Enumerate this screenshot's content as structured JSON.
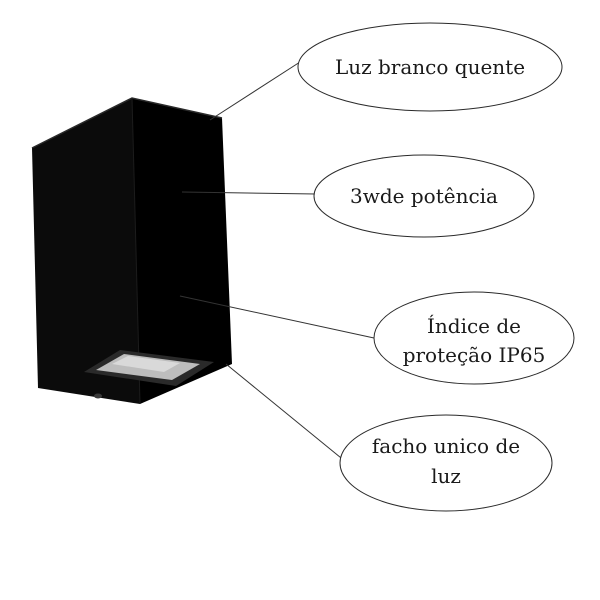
{
  "product": {
    "image": "black rectangular outdoor wall light (up/down)",
    "colors": {
      "body": "#050505",
      "front_face": "#0b0b0b",
      "side_face": "#000000",
      "top_face": "#161616",
      "lens": "#bdbdbd"
    }
  },
  "callouts": [
    {
      "id": "light",
      "lines": [
        "Luz branco quente"
      ]
    },
    {
      "id": "power",
      "lines": [
        "3wde potência"
      ]
    },
    {
      "id": "protection",
      "lines": [
        "Índice de",
        "proteção IP65"
      ]
    },
    {
      "id": "beam",
      "lines": [
        "facho unico de",
        "luz"
      ]
    }
  ],
  "style": {
    "line_color": "#333333",
    "ellipse_stroke": "#2a2a2a",
    "ellipse_fill": "#ffffff"
  }
}
